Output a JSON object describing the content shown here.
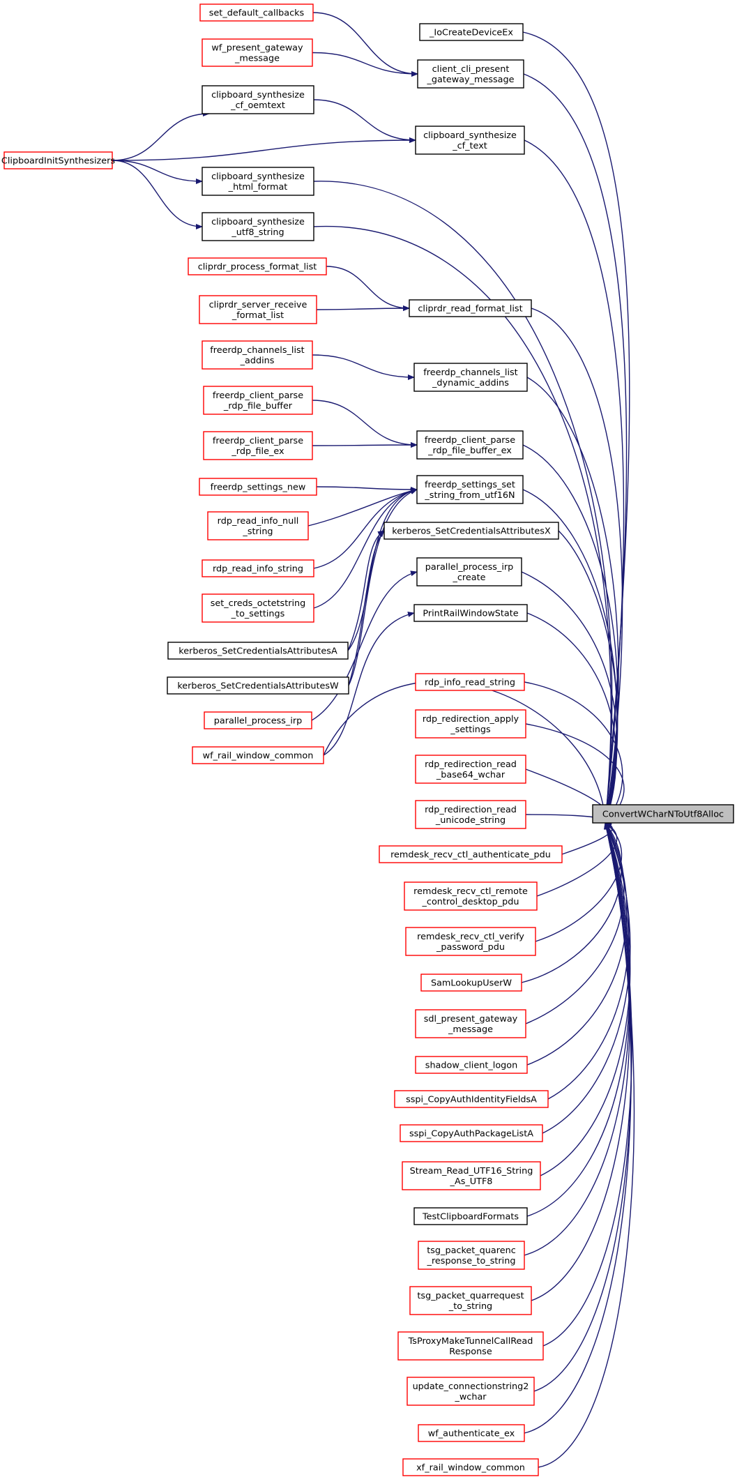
{
  "graph": {
    "colors": {
      "edge": "#191970",
      "border_linked": "#000000",
      "border_truncated": "#ff0000",
      "target_fill": "#bfbfbf"
    },
    "target": "ConvertWCharNToUtf8Alloc",
    "nodes": {
      "target": {
        "lines": [
          "ConvertWCharNToUtf8Alloc"
        ],
        "style": "target"
      },
      "ioCreate": {
        "lines": [
          "_IoCreateDeviceEx"
        ],
        "style": "black"
      },
      "setDefCb": {
        "lines": [
          "set_default_callbacks"
        ],
        "style": "red"
      },
      "wfPresent": {
        "lines": [
          "wf_present_gateway",
          "_message"
        ],
        "style": "red"
      },
      "clientCli": {
        "lines": [
          "client_cli_present",
          "_gateway_message"
        ],
        "style": "black"
      },
      "cbOem": {
        "lines": [
          "clipboard_synthesize",
          "_cf_oemtext"
        ],
        "style": "black"
      },
      "cbInit": {
        "lines": [
          "ClipboardInitSynthesizers"
        ],
        "style": "red"
      },
      "cbText": {
        "lines": [
          "clipboard_synthesize",
          "_cf_text"
        ],
        "style": "black"
      },
      "cbHtml": {
        "lines": [
          "clipboard_synthesize",
          "_html_format"
        ],
        "style": "black"
      },
      "cbUtf8": {
        "lines": [
          "clipboard_synthesize",
          "_utf8_string"
        ],
        "style": "black"
      },
      "cliprdrProc": {
        "lines": [
          "cliprdr_process_format_list"
        ],
        "style": "red"
      },
      "cliprdrSrv": {
        "lines": [
          "cliprdr_server_receive",
          "_format_list"
        ],
        "style": "red"
      },
      "cliprdrRead": {
        "lines": [
          "cliprdr_read_format_list"
        ],
        "style": "black"
      },
      "fcListAddins": {
        "lines": [
          "freerdp_channels_list",
          "_addins"
        ],
        "style": "red"
      },
      "fcListDyn": {
        "lines": [
          "freerdp_channels_list",
          "_dynamic_addins"
        ],
        "style": "black"
      },
      "fcParseBuf": {
        "lines": [
          "freerdp_client_parse",
          "_rdp_file_buffer"
        ],
        "style": "red"
      },
      "fcParseEx": {
        "lines": [
          "freerdp_client_parse",
          "_rdp_file_ex"
        ],
        "style": "red"
      },
      "fcParseBufEx": {
        "lines": [
          "freerdp_client_parse",
          "_rdp_file_buffer_ex"
        ],
        "style": "black"
      },
      "fsNew": {
        "lines": [
          "freerdp_settings_new"
        ],
        "style": "red"
      },
      "fsSetStr": {
        "lines": [
          "freerdp_settings_set",
          "_string_from_utf16N"
        ],
        "style": "black"
      },
      "rdpInfoNull": {
        "lines": [
          "rdp_read_info_null",
          "_string"
        ],
        "style": "red"
      },
      "kerbX": {
        "lines": [
          "kerberos_SetCredentialsAttributesX"
        ],
        "style": "black"
      },
      "rdpInfoStr": {
        "lines": [
          "rdp_read_info_string"
        ],
        "style": "red"
      },
      "ppIrpCreate": {
        "lines": [
          "parallel_process_irp",
          "_create"
        ],
        "style": "black"
      },
      "setCreds": {
        "lines": [
          "set_creds_octetstring",
          "_to_settings"
        ],
        "style": "red"
      },
      "printRail": {
        "lines": [
          "PrintRailWindowState"
        ],
        "style": "black"
      },
      "kerbA": {
        "lines": [
          "kerberos_SetCredentialsAttributesA"
        ],
        "style": "black"
      },
      "kerbW": {
        "lines": [
          "kerberos_SetCredentialsAttributesW"
        ],
        "style": "black"
      },
      "rdpInfoReadStr": {
        "lines": [
          "rdp_info_read_string"
        ],
        "style": "red"
      },
      "ppIrp": {
        "lines": [
          "parallel_process_irp"
        ],
        "style": "red"
      },
      "rdpRedirApply": {
        "lines": [
          "rdp_redirection_apply",
          "_settings"
        ],
        "style": "red"
      },
      "wfRail": {
        "lines": [
          "wf_rail_window_common"
        ],
        "style": "red"
      },
      "rdpRedirB64": {
        "lines": [
          "rdp_redirection_read",
          "_base64_wchar"
        ],
        "style": "red"
      },
      "rdpRedirUni": {
        "lines": [
          "rdp_redirection_read",
          "_unicode_string"
        ],
        "style": "red"
      },
      "remAuth": {
        "lines": [
          "remdesk_recv_ctl_authenticate_pdu"
        ],
        "style": "red"
      },
      "remRemote": {
        "lines": [
          "remdesk_recv_ctl_remote",
          "_control_desktop_pdu"
        ],
        "style": "red"
      },
      "remVerify": {
        "lines": [
          "remdesk_recv_ctl_verify",
          "_password_pdu"
        ],
        "style": "red"
      },
      "samLookup": {
        "lines": [
          "SamLookupUserW"
        ],
        "style": "red"
      },
      "sdlPresent": {
        "lines": [
          "sdl_present_gateway",
          "_message"
        ],
        "style": "red"
      },
      "shadowLogon": {
        "lines": [
          "shadow_client_logon"
        ],
        "style": "red"
      },
      "sspiIdent": {
        "lines": [
          "sspi_CopyAuthIdentityFieldsA"
        ],
        "style": "red"
      },
      "sspiPkg": {
        "lines": [
          "sspi_CopyAuthPackageListA"
        ],
        "style": "red"
      },
      "streamRead": {
        "lines": [
          "Stream_Read_UTF16_String",
          "_As_UTF8"
        ],
        "style": "red"
      },
      "testClip": {
        "lines": [
          "TestClipboardFormats"
        ],
        "style": "black"
      },
      "tsgQuarenc": {
        "lines": [
          "tsg_packet_quarenc",
          "_response_to_string"
        ],
        "style": "red"
      },
      "tsgQuarreq": {
        "lines": [
          "tsg_packet_quarrequest",
          "_to_string"
        ],
        "style": "red"
      },
      "tsProxy": {
        "lines": [
          "TsProxyMakeTunnelCallRead",
          "Response"
        ],
        "style": "red"
      },
      "updConn": {
        "lines": [
          "update_connectionstring2",
          "_wchar"
        ],
        "style": "red"
      },
      "wfAuth": {
        "lines": [
          "wf_authenticate_ex"
        ],
        "style": "red"
      },
      "xfRail": {
        "lines": [
          "xf_rail_window_common"
        ],
        "style": "red"
      }
    },
    "edges": [
      [
        "ioCreate",
        "target"
      ],
      [
        "clientCli",
        "target"
      ],
      [
        "cbText",
        "target"
      ],
      [
        "cbHtml",
        "target"
      ],
      [
        "cbUtf8",
        "target"
      ],
      [
        "cliprdrRead",
        "target"
      ],
      [
        "fcListDyn",
        "target"
      ],
      [
        "fcParseBufEx",
        "target"
      ],
      [
        "fsSetStr",
        "target"
      ],
      [
        "kerbX",
        "target"
      ],
      [
        "ppIrpCreate",
        "target"
      ],
      [
        "printRail",
        "target"
      ],
      [
        "wfRail",
        "target"
      ],
      [
        "rdpInfoReadStr",
        "target"
      ],
      [
        "rdpRedirApply",
        "target"
      ],
      [
        "rdpRedirB64",
        "target"
      ],
      [
        "rdpRedirUni",
        "target"
      ],
      [
        "remAuth",
        "target"
      ],
      [
        "remRemote",
        "target"
      ],
      [
        "remVerify",
        "target"
      ],
      [
        "samLookup",
        "target"
      ],
      [
        "sdlPresent",
        "target"
      ],
      [
        "shadowLogon",
        "target"
      ],
      [
        "sspiIdent",
        "target"
      ],
      [
        "sspiPkg",
        "target"
      ],
      [
        "streamRead",
        "target"
      ],
      [
        "testClip",
        "target"
      ],
      [
        "tsgQuarenc",
        "target"
      ],
      [
        "tsgQuarreq",
        "target"
      ],
      [
        "tsProxy",
        "target"
      ],
      [
        "updConn",
        "target"
      ],
      [
        "wfAuth",
        "target"
      ],
      [
        "xfRail",
        "target"
      ],
      [
        "setDefCb",
        "clientCli"
      ],
      [
        "wfPresent",
        "clientCli"
      ],
      [
        "cbOem",
        "cbText"
      ],
      [
        "cbInit",
        "cbText"
      ],
      [
        "cbInit",
        "cbOem"
      ],
      [
        "cbInit",
        "cbHtml"
      ],
      [
        "cbInit",
        "cbUtf8"
      ],
      [
        "cliprdrProc",
        "cliprdrRead"
      ],
      [
        "cliprdrSrv",
        "cliprdrRead"
      ],
      [
        "fcListAddins",
        "fcListDyn"
      ],
      [
        "fcParseBuf",
        "fcParseBufEx"
      ],
      [
        "fcParseEx",
        "fcParseBufEx"
      ],
      [
        "fsNew",
        "fsSetStr"
      ],
      [
        "rdpInfoNull",
        "fsSetStr"
      ],
      [
        "rdpInfoStr",
        "fsSetStr"
      ],
      [
        "setCreds",
        "fsSetStr"
      ],
      [
        "kerbA",
        "fsSetStr"
      ],
      [
        "kerbW",
        "fsSetStr"
      ],
      [
        "kerbA",
        "kerbX"
      ],
      [
        "kerbW",
        "kerbX"
      ],
      [
        "ppIrp",
        "ppIrpCreate"
      ],
      [
        "wfRail",
        "printRail"
      ]
    ]
  }
}
